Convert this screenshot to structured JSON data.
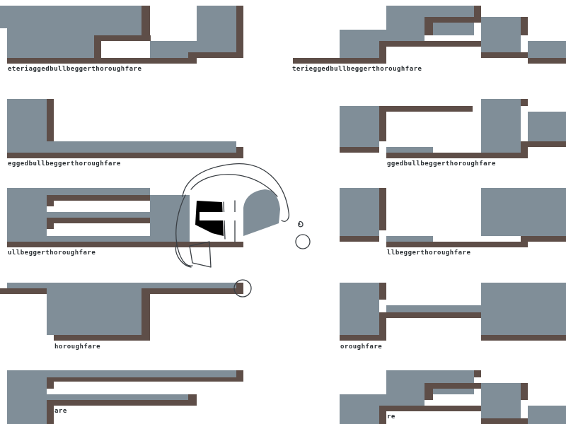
{
  "labels": {
    "tl1": "eteriaggedbullbeggerthoroughfare",
    "tr1": "terieggedbullbeggerthoroughfare",
    "tl2": "eggedbullbeggerthoroughfare",
    "tr2": "ggedbullbeggerthoroughfare",
    "tl3": "ullbeggerthoroughfare",
    "tr3": "llbeggerthoroughfare",
    "tl4": "horoughfare",
    "tr4": "oroughfare",
    "tl5": "are",
    "tr5": "re"
  },
  "colors": {
    "block": "#808e98",
    "shadow": "#5e4e48",
    "background": "#ffffff",
    "stroke": "#3a3f44"
  }
}
